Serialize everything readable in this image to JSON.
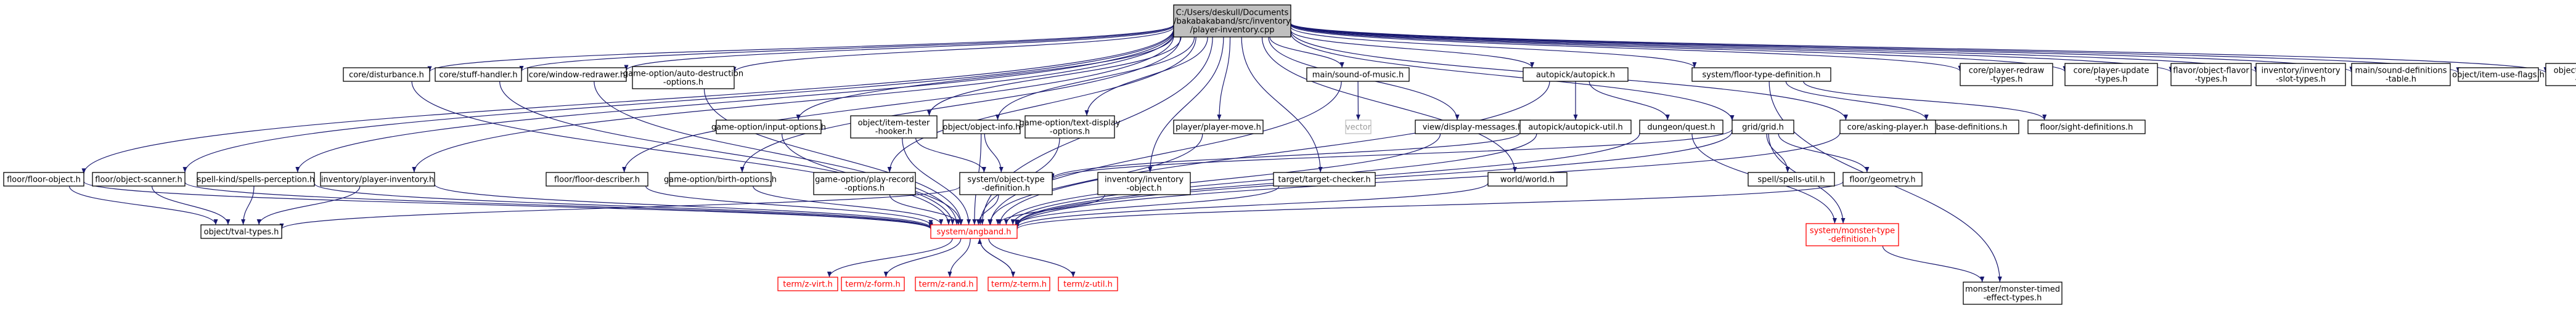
{
  "graph": {
    "root": [
      "C:/Users/deskull/Documents",
      "/bakabakaband/src/inventory",
      "/player-inventory.cpp"
    ],
    "nodes": {
      "floor_object": [
        "floor/floor-object.h"
      ],
      "floor_object_scanner": [
        "floor/object-scanner.h"
      ],
      "spells_perception": [
        "spell-kind/spells-perception.h"
      ],
      "inventory_player_inventory": [
        "inventory/player-inventory.h"
      ],
      "core_disturbance": [
        "core/disturbance.h"
      ],
      "core_stuff_handler": [
        "core/stuff-handler.h"
      ],
      "core_window_redrawer": [
        "core/window-redrawer.h"
      ],
      "auto_destruction_options": [
        "game-option/auto-destruction",
        "-options.h"
      ],
      "floor_describer": [
        "floor/floor-describer.h"
      ],
      "input_options": [
        "game-option/input-options.h"
      ],
      "birth_options": [
        "game-option/birth-options.h"
      ],
      "item_tester_hooker": [
        "object/item-tester",
        "-hooker.h"
      ],
      "play_record_options": [
        "game-option/play-record",
        "-options.h"
      ],
      "object_info": [
        "object/object-info.h"
      ],
      "text_display_options": [
        "game-option/text-display",
        "-options.h"
      ],
      "inventory_object": [
        "inventory/inventory",
        "-object.h"
      ],
      "player_move": [
        "player/player-move.h"
      ],
      "target_checker": [
        "target/target-checker.h"
      ],
      "sound_of_music": [
        "main/sound-of-music.h"
      ],
      "vector": [
        "vector"
      ],
      "view_display_messages": [
        "view/display-messages.h"
      ],
      "world": [
        "world/world.h"
      ],
      "autopick": [
        "autopick/autopick.h"
      ],
      "autopick_util": [
        "autopick/autopick-util.h"
      ],
      "dungeon_quest": [
        "dungeon/quest.h"
      ],
      "grid": [
        "grid/grid.h"
      ],
      "spells_util": [
        "spell/spells-util.h"
      ],
      "floor_geometry": [
        "floor/geometry.h"
      ],
      "system_floor_type_definition": [
        "system/floor-type-definition.h"
      ],
      "floor_base_definitions": [
        "floor/floor-base-definitions.h"
      ],
      "floor_sight_definitions": [
        "floor/sight-definitions.h"
      ],
      "core_asking_player": [
        "core/asking-player.h"
      ],
      "monster_type_definition": [
        "system/monster-type",
        "-definition.h"
      ],
      "monster_timed_effect_types": [
        "monster/monster-timed",
        "-effect-types.h"
      ],
      "player_redraw_types": [
        "core/player-redraw",
        "-types.h"
      ],
      "player_update_types": [
        "core/player-update",
        "-types.h"
      ],
      "object_flavor_types": [
        "flavor/object-flavor",
        "-types.h"
      ],
      "inventory_slot_types": [
        "inventory/inventory",
        "-slot-types.h"
      ],
      "sound_definitions_table": [
        "main/sound-definitions",
        "-table.h"
      ],
      "item_use_flags": [
        "object/item-use-flags.h"
      ],
      "object_mark_types": [
        "object/object-mark",
        "-types.h"
      ],
      "object_type_definition": [
        "system/object-type",
        "-definition.h"
      ],
      "tval_types": [
        "object/tval-types.h"
      ],
      "angband": [
        "system/angband.h"
      ],
      "z_virt": [
        "term/z-virt.h"
      ],
      "z_form": [
        "term/z-form.h"
      ],
      "z_rand": [
        "term/z-rand.h"
      ],
      "z_term": [
        "term/z-term.h"
      ],
      "z_util": [
        "term/z-util.h"
      ]
    },
    "edges": [
      [
        "root",
        "floor_object"
      ],
      [
        "root",
        "floor_object_scanner"
      ],
      [
        "root",
        "spells_perception"
      ],
      [
        "root",
        "inventory_player_inventory"
      ],
      [
        "root",
        "core_disturbance"
      ],
      [
        "root",
        "core_stuff_handler"
      ],
      [
        "root",
        "core_window_redrawer"
      ],
      [
        "root",
        "auto_destruction_options"
      ],
      [
        "root",
        "floor_describer"
      ],
      [
        "root",
        "input_options"
      ],
      [
        "root",
        "birth_options"
      ],
      [
        "root",
        "item_tester_hooker"
      ],
      [
        "root",
        "play_record_options"
      ],
      [
        "root",
        "object_info"
      ],
      [
        "root",
        "text_display_options"
      ],
      [
        "root",
        "inventory_object"
      ],
      [
        "root",
        "player_move"
      ],
      [
        "root",
        "target_checker"
      ],
      [
        "root",
        "sound_of_music"
      ],
      [
        "root",
        "view_display_messages"
      ],
      [
        "root",
        "world"
      ],
      [
        "root",
        "autopick"
      ],
      [
        "root",
        "grid"
      ],
      [
        "root",
        "system_floor_type_definition"
      ],
      [
        "root",
        "core_asking_player"
      ],
      [
        "root",
        "player_redraw_types"
      ],
      [
        "root",
        "player_update_types"
      ],
      [
        "root",
        "object_flavor_types"
      ],
      [
        "root",
        "inventory_slot_types"
      ],
      [
        "root",
        "sound_definitions_table"
      ],
      [
        "root",
        "item_use_flags"
      ],
      [
        "root",
        "object_mark_types"
      ],
      [
        "root",
        "angband"
      ],
      [
        "floor_object",
        "tval_types"
      ],
      [
        "floor_object",
        "angband"
      ],
      [
        "floor_object_scanner",
        "tval_types"
      ],
      [
        "floor_object_scanner",
        "angband"
      ],
      [
        "spells_perception",
        "tval_types"
      ],
      [
        "spells_perception",
        "angband"
      ],
      [
        "inventory_player_inventory",
        "tval_types"
      ],
      [
        "inventory_player_inventory",
        "angband"
      ],
      [
        "core_disturbance",
        "angband"
      ],
      [
        "core_stuff_handler",
        "angband"
      ],
      [
        "core_window_redrawer",
        "angband"
      ],
      [
        "auto_destruction_options",
        "angband"
      ],
      [
        "floor_describer",
        "angband"
      ],
      [
        "input_options",
        "angband"
      ],
      [
        "birth_options",
        "angband"
      ],
      [
        "item_tester_hooker",
        "object_type_definition"
      ],
      [
        "item_tester_hooker",
        "angband"
      ],
      [
        "play_record_options",
        "angband"
      ],
      [
        "object_info",
        "object_type_definition"
      ],
      [
        "object_info",
        "angband"
      ],
      [
        "text_display_options",
        "angband"
      ],
      [
        "inventory_object",
        "angband"
      ],
      [
        "player_move",
        "angband"
      ],
      [
        "target_checker",
        "angband"
      ],
      [
        "sound_of_music",
        "vector"
      ],
      [
        "sound_of_music",
        "angband"
      ],
      [
        "view_display_messages",
        "angband"
      ],
      [
        "world",
        "angband"
      ],
      [
        "autopick",
        "autopick_util"
      ],
      [
        "autopick",
        "angband"
      ],
      [
        "autopick",
        "dungeon_quest"
      ],
      [
        "autopick_util",
        "object_type_definition"
      ],
      [
        "autopick_util",
        "angband"
      ],
      [
        "dungeon_quest",
        "angband"
      ],
      [
        "dungeon_quest",
        "monster_type_definition"
      ],
      [
        "grid",
        "spells_util"
      ],
      [
        "grid",
        "floor_geometry"
      ],
      [
        "grid",
        "object_type_definition"
      ],
      [
        "grid",
        "angband"
      ],
      [
        "grid",
        "monster_type_definition"
      ],
      [
        "floor_geometry",
        "angband"
      ],
      [
        "system_floor_type_definition",
        "floor_base_definitions"
      ],
      [
        "system_floor_type_definition",
        "floor_sight_definitions"
      ],
      [
        "system_floor_type_definition",
        "monster_timed_effect_types"
      ],
      [
        "core_asking_player",
        "angband"
      ],
      [
        "monster_type_definition",
        "monster_timed_effect_types"
      ],
      [
        "object_type_definition",
        "tval_types"
      ],
      [
        "object_type_definition",
        "angband"
      ],
      [
        "angband",
        "z_virt"
      ],
      [
        "angband",
        "z_form"
      ],
      [
        "angband",
        "z_rand"
      ],
      [
        "angband",
        "z_term"
      ],
      [
        "angband",
        "z_util"
      ],
      [
        "z_term",
        "angband"
      ]
    ]
  }
}
